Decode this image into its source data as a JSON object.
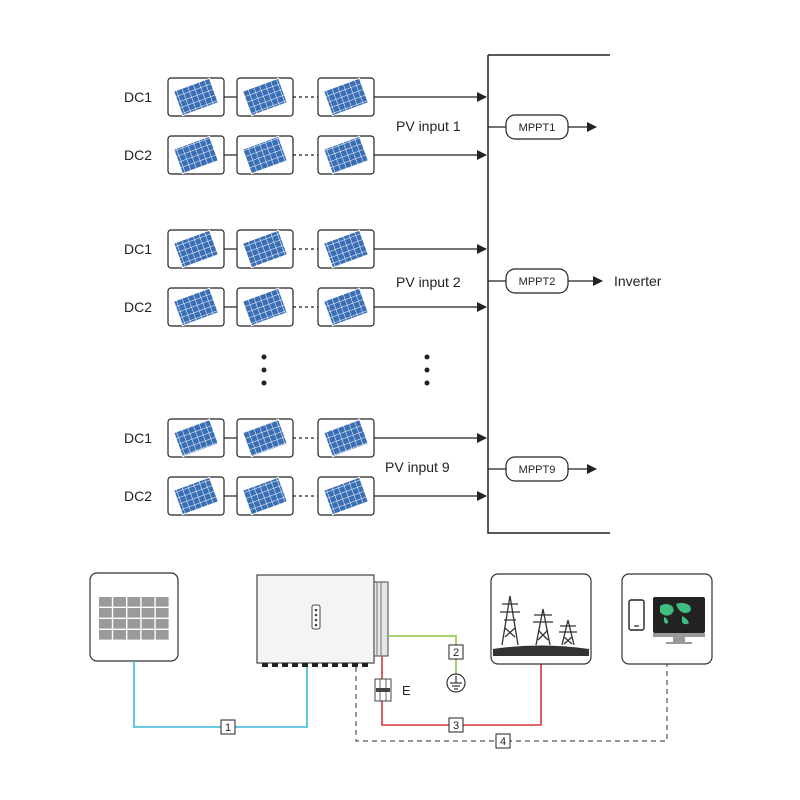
{
  "rows": [
    {
      "label": "DC1"
    },
    {
      "label": "DC2"
    },
    {
      "label": "DC1"
    },
    {
      "label": "DC2"
    },
    {
      "label": "DC1"
    },
    {
      "label": "DC2"
    }
  ],
  "pv_inputs": [
    "PV input 1",
    "PV input 2",
    "PV input 9"
  ],
  "mppts": [
    "MPPT1",
    "MPPT2",
    "MPPT9"
  ],
  "inverter_label": "Inverter",
  "wiring": {
    "cable_labels": [
      "1",
      "2",
      "3",
      "4"
    ],
    "breaker_label": "E"
  },
  "colors": {
    "panel_blue": "#3a6fb5",
    "cable_blue": "#3ab7d9",
    "cable_green": "#8cc63f",
    "cable_red": "#d9353a",
    "cable_dashed": "#555555",
    "line": "#222222"
  },
  "icons": [
    "solar-panel-icon",
    "inverter-icon",
    "ground-icon",
    "power-grid-icon",
    "monitor-icon",
    "phone-icon"
  ]
}
